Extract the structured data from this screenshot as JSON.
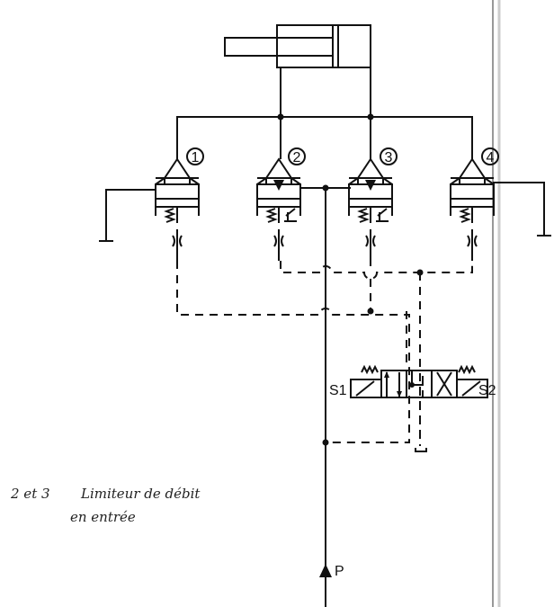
{
  "valves": [
    {
      "number": "1"
    },
    {
      "number": "2"
    },
    {
      "number": "3"
    },
    {
      "number": "4"
    }
  ],
  "directional_valve": {
    "left_solenoid": "S1",
    "right_solenoid": "S2"
  },
  "pressure_port": "P",
  "note": {
    "line1_ref": "2 et 3",
    "line1_text": "Limiteur de débit",
    "line2": "en entrée"
  },
  "colors": {
    "ink": "#111111",
    "paper": "#ffffff",
    "scan_edge": "#c8c8c8"
  }
}
